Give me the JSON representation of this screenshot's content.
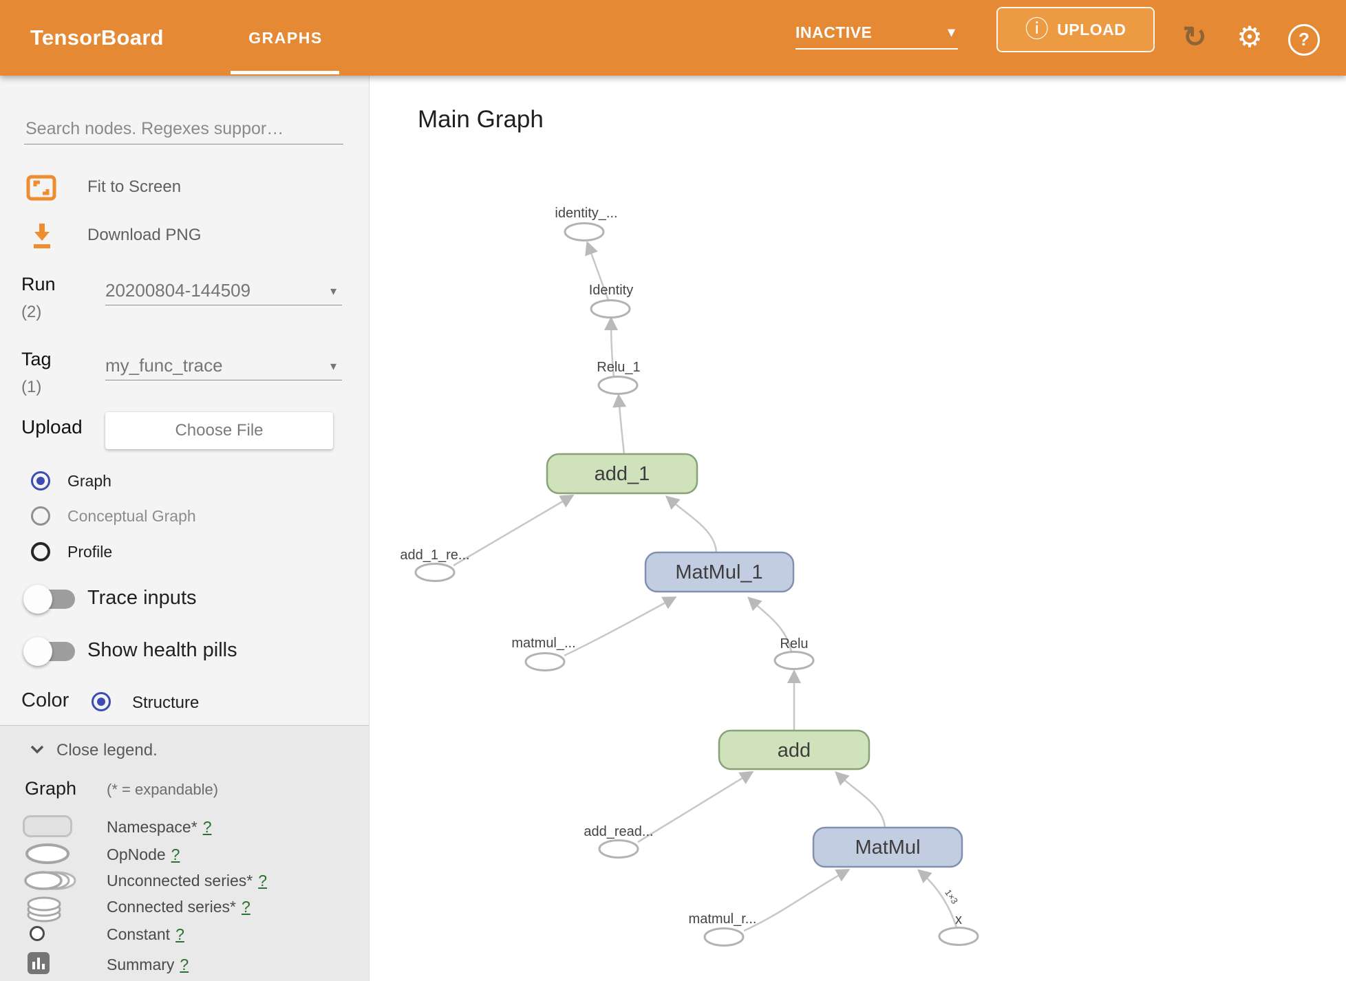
{
  "header": {
    "logo": "TensorBoard",
    "tab": "GRAPHS",
    "status": "INACTIVE",
    "upload_label": "UPLOAD"
  },
  "icons": {
    "info": "ⓘ",
    "refresh": "↻",
    "gear": "⚙",
    "help": "?",
    "caret": "▾"
  },
  "sidebar": {
    "search_placeholder": "Search nodes. Regexes suppor…",
    "fit_label": "Fit to Screen",
    "download_label": "Download PNG",
    "run": {
      "label": "Run",
      "count": "(2)",
      "value": "20200804-144509"
    },
    "tag": {
      "label": "Tag",
      "count": "(1)",
      "value": "my_func_trace"
    },
    "upload": {
      "label": "Upload",
      "button": "Choose File"
    },
    "views": [
      {
        "label": "Graph",
        "selected": true
      },
      {
        "label": "Conceptual Graph",
        "selected": false
      },
      {
        "label": "Profile",
        "selected": false
      }
    ],
    "toggles": [
      {
        "label": "Trace inputs",
        "on": false
      },
      {
        "label": "Show health pills",
        "on": false
      }
    ],
    "color": {
      "label": "Color",
      "option": "Structure"
    }
  },
  "legend": {
    "close": "Close legend.",
    "title": "Graph",
    "subtitle": "(* = expandable)",
    "items": [
      {
        "label": "Namespace*",
        "help": "?"
      },
      {
        "label": "OpNode",
        "help": "?"
      },
      {
        "label": "Unconnected series*",
        "help": "?"
      },
      {
        "label": "Connected series*",
        "help": "?"
      },
      {
        "label": "Constant",
        "help": "?"
      },
      {
        "label": "Summary",
        "help": "?"
      }
    ]
  },
  "main": {
    "title": "Main Graph"
  },
  "graph": {
    "op_nodes": [
      {
        "label": "add_1",
        "color": "green"
      },
      {
        "label": "MatMul_1",
        "color": "blue"
      },
      {
        "label": "add",
        "color": "green"
      },
      {
        "label": "MatMul",
        "color": "blue"
      }
    ],
    "ellipse_nodes": [
      {
        "label": "identity_..."
      },
      {
        "label": "Identity"
      },
      {
        "label": "Relu_1"
      },
      {
        "label": "add_1_re..."
      },
      {
        "label": "matmul_..."
      },
      {
        "label": "Relu"
      },
      {
        "label": "add_read..."
      },
      {
        "label": "matmul_r..."
      },
      {
        "label": "x"
      }
    ],
    "edge_label": "1×3",
    "edges": [
      {
        "from": "Identity",
        "to": "identity_..."
      },
      {
        "from": "Relu_1",
        "to": "Identity"
      },
      {
        "from": "add_1",
        "to": "Relu_1"
      },
      {
        "from": "add_1_re...",
        "to": "add_1"
      },
      {
        "from": "MatMul_1",
        "to": "add_1"
      },
      {
        "from": "matmul_...",
        "to": "MatMul_1"
      },
      {
        "from": "Relu",
        "to": "MatMul_1"
      },
      {
        "from": "add",
        "to": "Relu"
      },
      {
        "from": "add_read...",
        "to": "add"
      },
      {
        "from": "MatMul",
        "to": "add"
      },
      {
        "from": "matmul_r...",
        "to": "MatMul"
      },
      {
        "from": "x",
        "to": "MatMul"
      }
    ]
  },
  "colors": {
    "header_orange": "#e58935",
    "upload_button": "#ec9b43",
    "accent_blue_radio": "#3b4db3",
    "node_green_fill": "#cfe2bc",
    "node_green_stroke": "#8aa076",
    "node_blue_fill": "#c3cde2",
    "node_blue_stroke": "#8290af",
    "help_link_green": "#2a7030"
  }
}
